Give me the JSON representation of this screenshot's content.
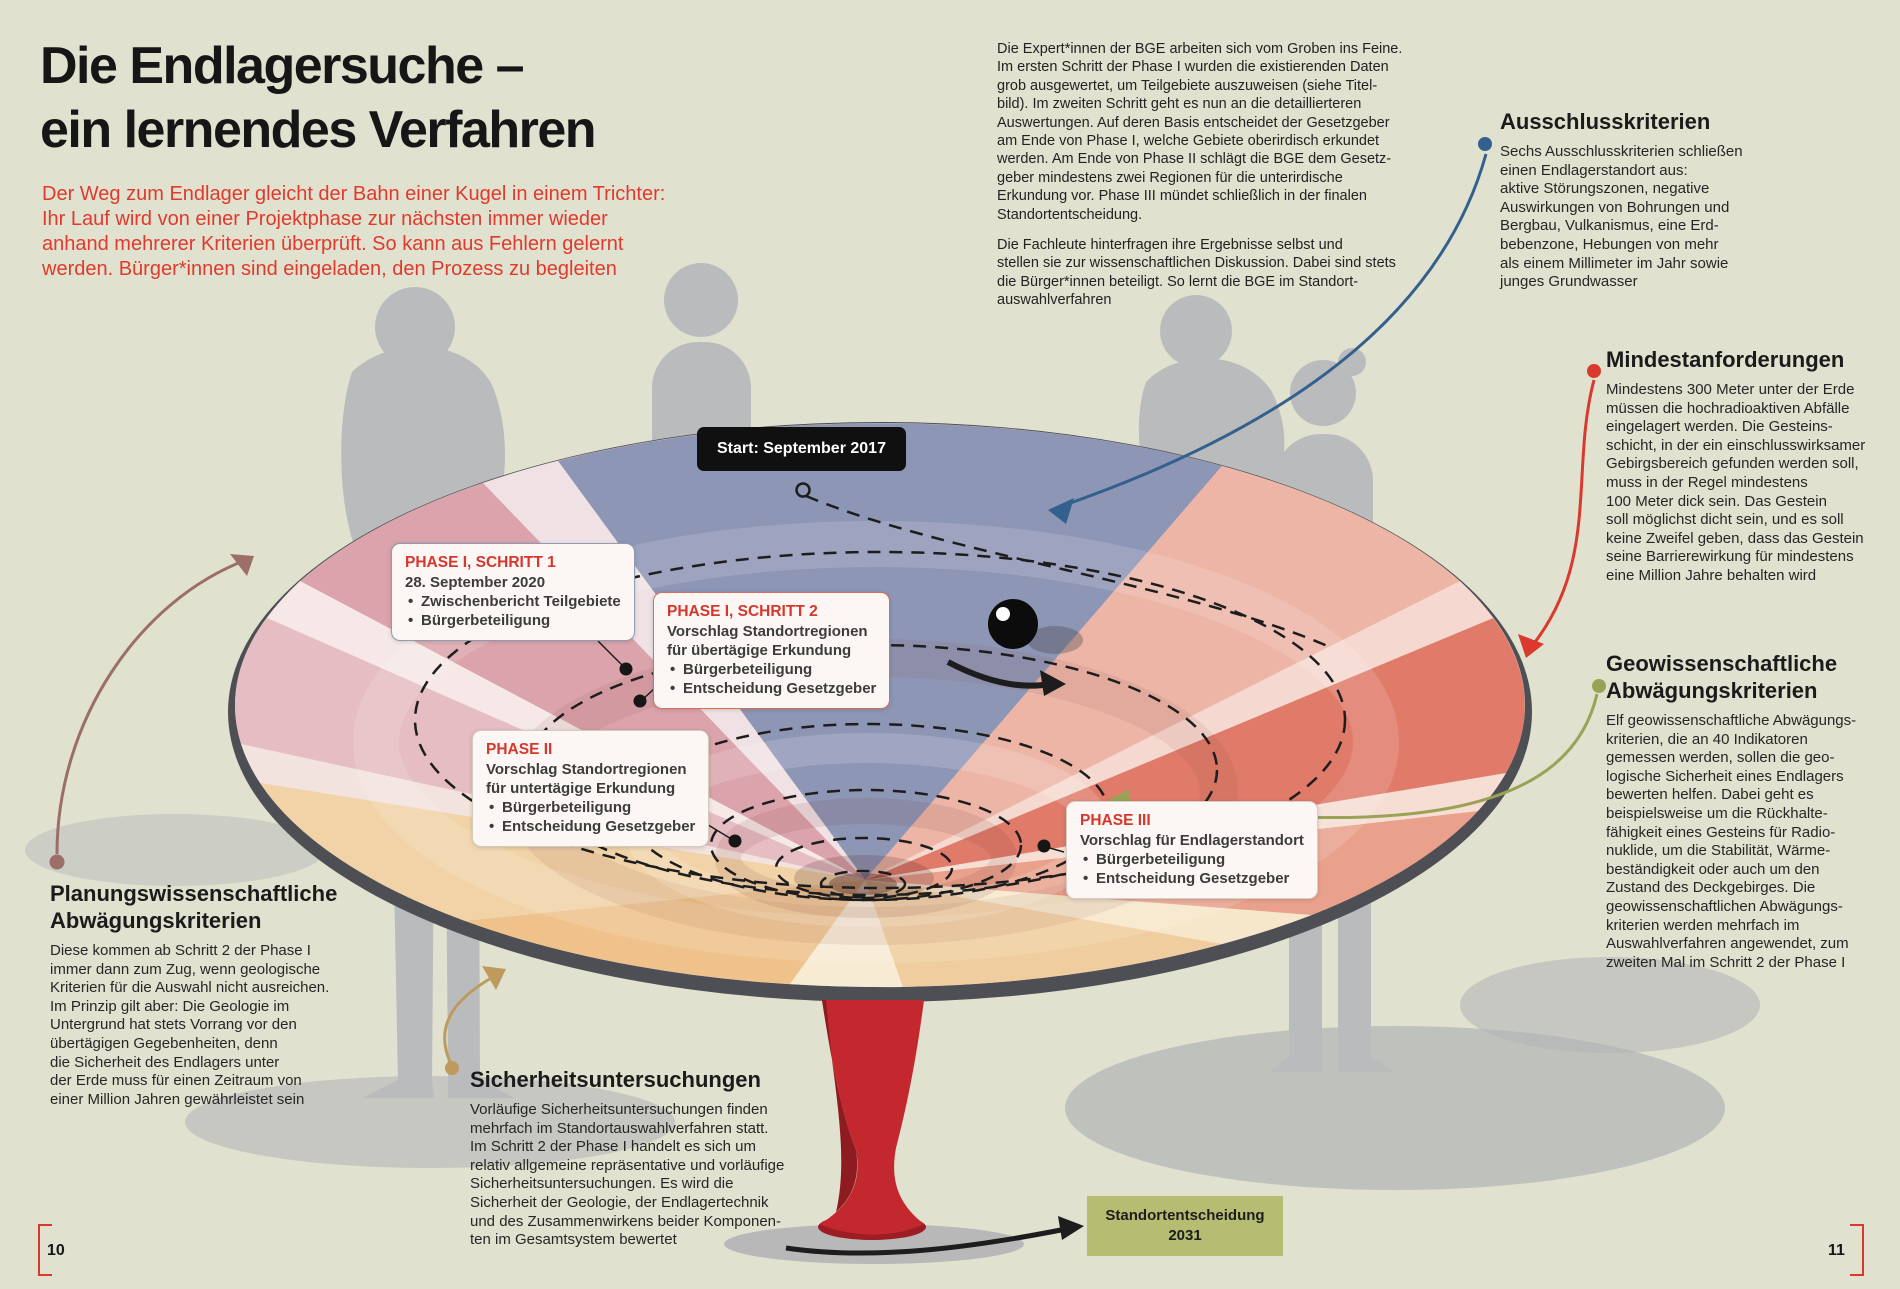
{
  "page": {
    "title": "Die Endlagersuche –\nein lernendes Verfahren",
    "intro": "Der Weg zum Endlager gleicht der Bahn einer Kugel in einem Trichter:\nIhr Lauf wird von einer Projektphase zur nächsten immer wieder\nanhand mehrerer Kriterien überprüft. So kann aus Fehlern gelernt\nwerden. Bürger*innen sind eingeladen, den Prozess zu begleiten",
    "page_number_left": "10",
    "page_number_right": "11"
  },
  "lead": {
    "para1": "Die Expert*innen der BGE arbeiten sich vom Groben ins Feine.\nIm ersten Schritt der Phase I wurden die existierenden Daten\ngrob ausgewertet, um Teilgebiete auszuweisen (siehe Titel-\nbild). Im zweiten Schritt geht es nun an die detaillierteren\nAuswertungen. Auf deren Basis entscheidet der Gesetzgeber\nam Ende von Phase I, welche Gebiete oberirdisch erkundet\nwerden. Am Ende von Phase II schlägt die BGE dem Gesetz-\ngeber mindestens zwei Regionen für die unterirdische\nErkundung vor. Phase III mündet schließlich in der finalen\nStandortentscheidung.",
    "para2": "Die Fachleute hinterfragen ihre Ergebnisse selbst und\nstellen sie zur wissenschaftlichen Diskussion. Dabei sind stets\ndie Bürger*innen beteiligt. So lernt die BGE im Standort-\nauswahlverfahren"
  },
  "annotations": {
    "ausschluss": {
      "title": "Ausschlusskriterien",
      "body": "Sechs Ausschlusskriterien schließen\neinen Endlagerstandort aus:\naktive Störungszonen, negative\nAuswirkungen von Bohrungen und\nBergbau, Vulkanismus, eine Erd-\nbebenzone, Hebungen von mehr\nals einem Millimeter im Jahr sowie\njunges Grundwasser",
      "accent": "#33608c"
    },
    "mindest": {
      "title": "Mindestanforderungen",
      "body": "Mindestens 300 Meter unter der Erde\nmüssen die hochradioaktiven Abfälle\neingelagert werden. Die Gesteins-\nschicht, in der ein einschlusswirksamer\nGebirgsbereich gefunden werden soll,\nmuss in der Regel mindestens\n100 Meter dick sein. Das Gestein\nsoll möglichst dicht sein, und es soll\nkeine Zweifel geben, dass das Gestein\nseine Barrierewirkung für mindestens\neine Million Jahre behalten wird",
      "accent": "#d93a2d"
    },
    "geo": {
      "title": "Geowissenschaftliche\nAbwägungskriterien",
      "body": "Elf geowissenschaftliche Abwägungs-\nkriterien, die an 40 Indikatoren\ngemessen werden, sollen die geo-\nlogische Sicherheit eines Endlagers\nbewerten helfen. Dabei geht es\nbeispielsweise um die Rückhalte-\nfähigkeit eines Gesteins für Radio-\nnuklide, um die Stabilität, Wärme-\nbeständigkeit oder auch um den\nZustand des Deckgebirges. Die\ngeowissenschaftlichen Abwägungs-\nkriterien werden mehrfach im\nAuswahlverfahren angewendet, zum\nzweiten Mal im Schritt 2 der Phase I",
      "accent": "#9aa355"
    },
    "planung": {
      "title": "Planungswissenschaftliche\nAbwägungskriterien",
      "body": "Diese kommen ab Schritt 2 der Phase I\nimmer dann zum Zug, wenn geologische\nKriterien für die Auswahl nicht ausreichen.\nIm Prinzip gilt aber: Die Geologie im\nUntergrund hat stets Vorrang vor den\nübertägigen Gegebenheiten, denn\ndie Sicherheit des Endlagers unter\nder Erde muss für einen Zeitraum von\neiner Million Jahren gewährleistet sein",
      "accent": "#9b6f68"
    },
    "sicherheit": {
      "title": "Sicherheitsuntersuchungen",
      "body": "Vorläufige Sicherheitsuntersuchungen finden\nmehrfach im Standortauswahlverfahren statt.\nIm Schritt 2 der Phase I handelt es sich um\nrelativ allgemeine repräsentative und vorläufige\nSicherheitsuntersuchungen. Es wird die\nSicherheit der Geologie, der Endlagertechnik\nund des Zusammenwirkens beider Komponen-\nten im Gesamtsystem bewertet",
      "accent": "#bf9a5f"
    }
  },
  "diagram": {
    "start_badge": "Start: September 2017",
    "decision_badge": "Standortentscheidung\n2031",
    "phases": [
      {
        "label": "PHASE I, SCHRITT 1",
        "headline": "28. September 2020",
        "bullets": [
          "Zwischenbericht Teilgebiete",
          "Bürgerbeteiligung"
        ]
      },
      {
        "label": "PHASE I, SCHRITT 2",
        "headline": "Vorschlag Standortregionen\nfür übertägige Erkundung",
        "bullets": [
          "Bürgerbeteiligung",
          "Entscheidung Gesetzgeber"
        ]
      },
      {
        "label": "PHASE II",
        "headline": "Vorschlag Standortregionen\nfür untertägige Erkundung",
        "bullets": [
          "Bürgerbeteiligung",
          "Entscheidung Gesetzgeber"
        ]
      },
      {
        "label": "PHASE III",
        "headline": "Vorschlag für Endlagerstandort",
        "bullets": [
          "Bürgerbeteiligung",
          "Entscheidung Gesetzgeber"
        ]
      }
    ],
    "palette": {
      "background": "#e0e1cf",
      "accent_red": "#d93a2d",
      "funnel_blue": "#8e96b6",
      "funnel_rose": "#dba3ab",
      "funnel_salmon": "#e07a69",
      "funnel_orange": "#eec28a",
      "stem_red": "#c2282e",
      "rim_gray": "#4e4f54",
      "silhouette_gray": "#babbbd",
      "decision_green": "#b6bd72",
      "start_badge_black": "#101010"
    }
  }
}
